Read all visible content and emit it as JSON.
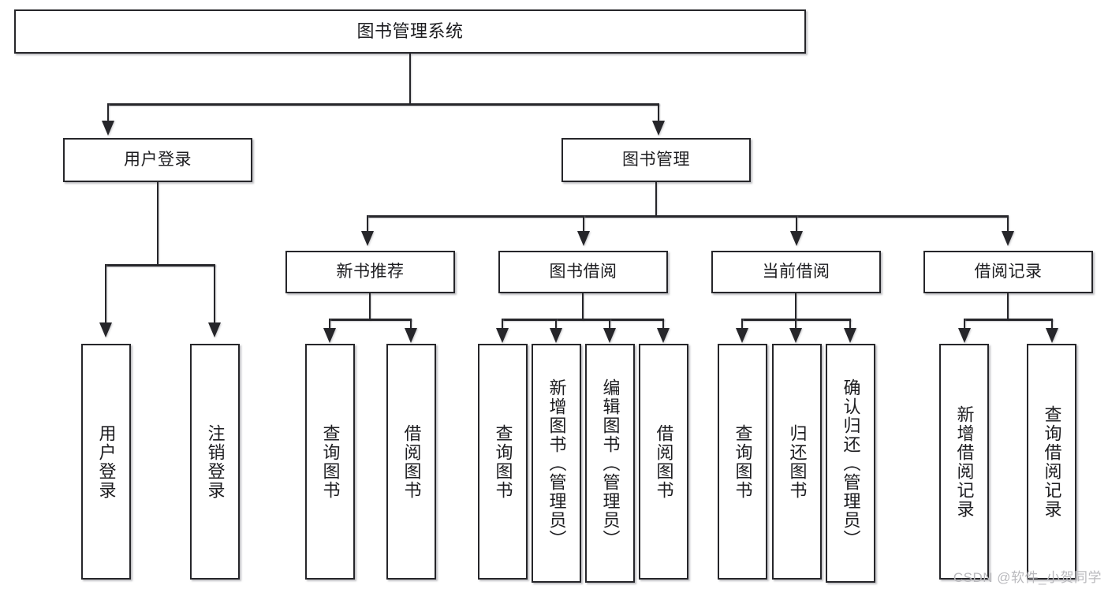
{
  "diagram": {
    "title": "图书管理系统",
    "watermark": "CSDN @软件_小贺同学",
    "type": "hierarchy-tree",
    "levels": 4,
    "root": {
      "id": "root",
      "label": "图书管理系统"
    },
    "level2": [
      {
        "id": "user-login",
        "label": "用户登录"
      },
      {
        "id": "book-manage",
        "label": "图书管理"
      }
    ],
    "level3": [
      {
        "id": "new-book-recommend",
        "label": "新书推荐",
        "parent": "book-manage"
      },
      {
        "id": "book-borrow",
        "label": "图书借阅",
        "parent": "book-manage"
      },
      {
        "id": "current-borrow",
        "label": "当前借阅",
        "parent": "book-manage"
      },
      {
        "id": "borrow-record",
        "label": "借阅记录",
        "parent": "book-manage"
      }
    ],
    "leaves": [
      {
        "id": "leaf-user-login",
        "label": "用户登录",
        "parent": "user-login"
      },
      {
        "id": "leaf-logout-login",
        "label": "注销登录",
        "parent": "user-login"
      },
      {
        "id": "leaf-query-book-1",
        "label": "查询图书",
        "parent": "new-book-recommend"
      },
      {
        "id": "leaf-borrow-book-1",
        "label": "借阅图书",
        "parent": "new-book-recommend"
      },
      {
        "id": "leaf-query-book-2",
        "label": "查询图书",
        "parent": "book-borrow"
      },
      {
        "id": "leaf-add-book",
        "label": "新增图书（管理员）",
        "parent": "book-borrow"
      },
      {
        "id": "leaf-edit-book",
        "label": "编辑图书（管理员）",
        "parent": "book-borrow"
      },
      {
        "id": "leaf-borrow-book-2",
        "label": "借阅图书",
        "parent": "book-borrow"
      },
      {
        "id": "leaf-query-book-3",
        "label": "查询图书",
        "parent": "current-borrow"
      },
      {
        "id": "leaf-return-book",
        "label": "归还图书",
        "parent": "current-borrow"
      },
      {
        "id": "leaf-confirm-return",
        "label": "确认归还（管理员）",
        "parent": "current-borrow"
      },
      {
        "id": "leaf-add-record",
        "label": "新增借阅记录",
        "parent": "borrow-record"
      },
      {
        "id": "leaf-query-record",
        "label": "查询借阅记录",
        "parent": "borrow-record"
      }
    ],
    "colors": {
      "stroke": "#26262a",
      "fill": "#ffffff",
      "text": "#1d1d20",
      "watermark": "#b9b9bd"
    }
  }
}
